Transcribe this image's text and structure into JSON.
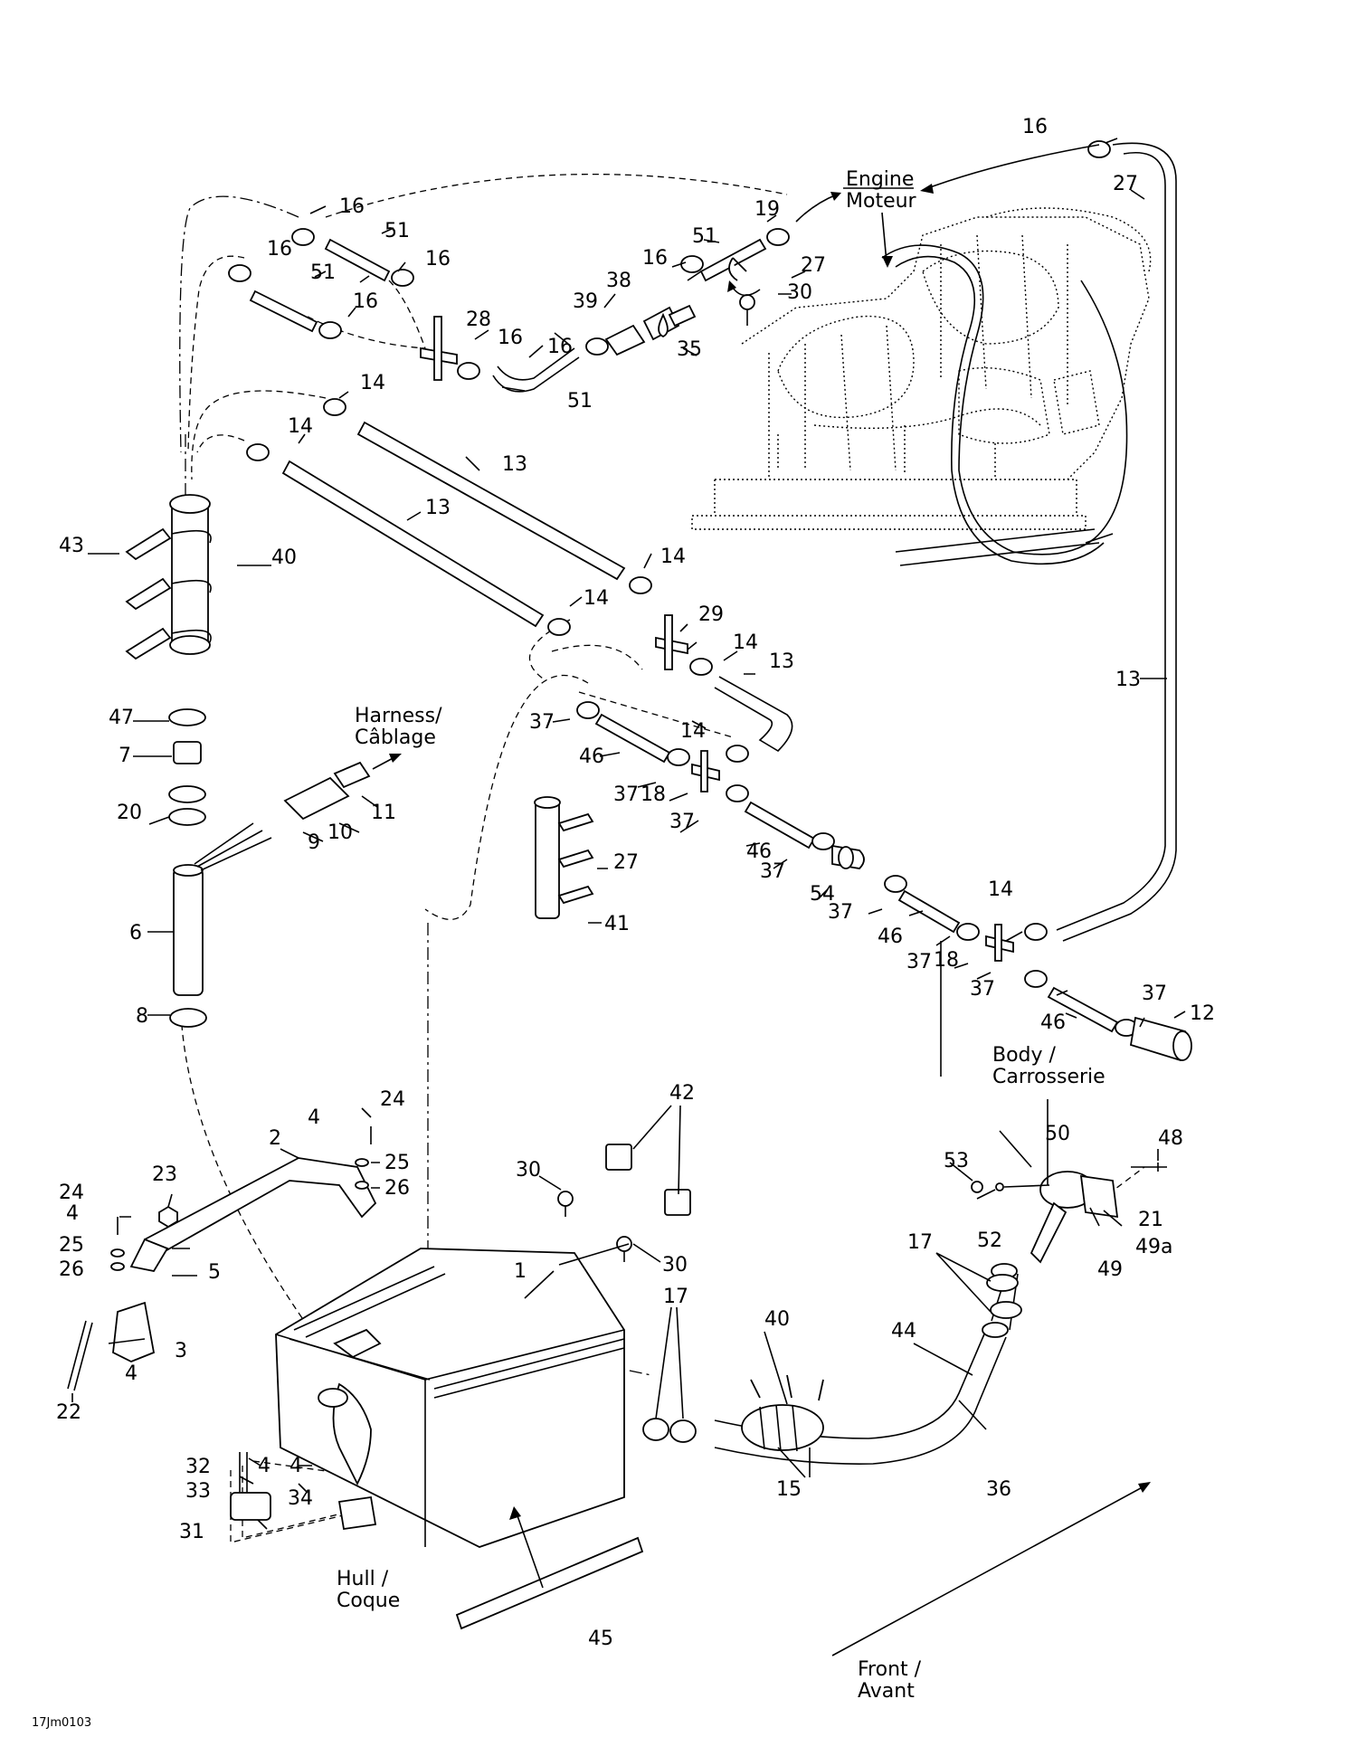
{
  "figure_ref": "17Jm0103",
  "callouts": {
    "engine": [
      "Engine",
      "Moteur"
    ],
    "harness": [
      "Harness/",
      "Câblage"
    ],
    "body": [
      "Body /",
      "Carrosserie"
    ],
    "hull": [
      "Hull /",
      "Coque"
    ],
    "front": [
      "Front /",
      "Avant"
    ]
  },
  "part_numbers": [
    "1",
    "2",
    "3",
    "4",
    "4",
    "4",
    "4",
    "4",
    "5",
    "6",
    "7",
    "8",
    "9",
    "10",
    "11",
    "12",
    "13",
    "13",
    "13",
    "13",
    "14",
    "14",
    "14",
    "14",
    "14",
    "14",
    "14",
    "14",
    "15",
    "16",
    "16",
    "16",
    "16",
    "16",
    "16",
    "16",
    "16",
    "17",
    "17",
    "18",
    "18",
    "19",
    "20",
    "21",
    "22",
    "23",
    "24",
    "24",
    "25",
    "25",
    "26",
    "26",
    "27",
    "27",
    "27",
    "28",
    "29",
    "30",
    "30",
    "30",
    "31",
    "32",
    "33",
    "34",
    "35",
    "36",
    "37",
    "37",
    "37",
    "37",
    "37",
    "37",
    "37",
    "37",
    "38",
    "39",
    "40",
    "40",
    "41",
    "42",
    "43",
    "44",
    "45",
    "46",
    "46",
    "46",
    "46",
    "47",
    "48",
    "49",
    "49a",
    "50",
    "51",
    "51",
    "51",
    "51",
    "52",
    "53",
    "54"
  ]
}
